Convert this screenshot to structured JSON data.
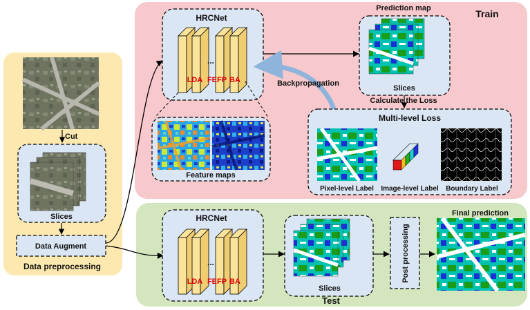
{
  "panels": {
    "preprocessing": "Data preprocessing",
    "train": "Train",
    "test": "Test"
  },
  "preprocessing": {
    "cut": "Cut",
    "slices": "Slices",
    "data_augment": "Data Augment"
  },
  "train": {
    "network": "HRCNet",
    "blocks": [
      "LDA",
      "FEFP",
      "BA"
    ],
    "ellipsis": "...",
    "feature_maps": "Feature maps",
    "backpropagation": "Backpropagation",
    "prediction_map": "Prediction map",
    "prediction_slices": "Slices",
    "calculate_loss": "Calculate the Loss",
    "multi_level_loss": "Multi-level Loss",
    "labels": [
      "Pixel-level Label",
      "Image-level Label",
      "Boundary Label"
    ]
  },
  "test": {
    "network": "HRCNet",
    "blocks": [
      "LDA",
      "FEFP",
      "BA"
    ],
    "ellipsis": "...",
    "slices": "Slices",
    "post_processing": "Post processing",
    "final_prediction": "Final prediction"
  },
  "colors": {
    "preprocessing_bg": "#fde9b0",
    "train_bg": "#f7c8cc",
    "test_bg": "#d3e6be",
    "box_bg": "#dbe6f4",
    "layer_fill": "#fbe39a",
    "block_label": "#e00000"
  }
}
